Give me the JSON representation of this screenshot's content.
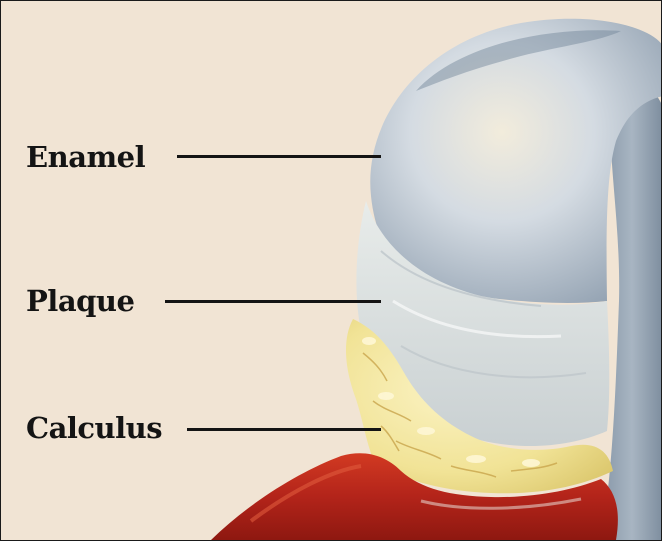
{
  "labels": {
    "enamel": "Enamel",
    "plaque": "Plaque",
    "calculus": "Calculus"
  },
  "colors": {
    "background": "#f1e4d4",
    "enamel": "#c9d3df",
    "enamel_shadow": "#8d9bab",
    "plaque": "#dfe4e4",
    "calculus": "#efe08e",
    "gum": "#b8281a",
    "text": "#141414"
  }
}
